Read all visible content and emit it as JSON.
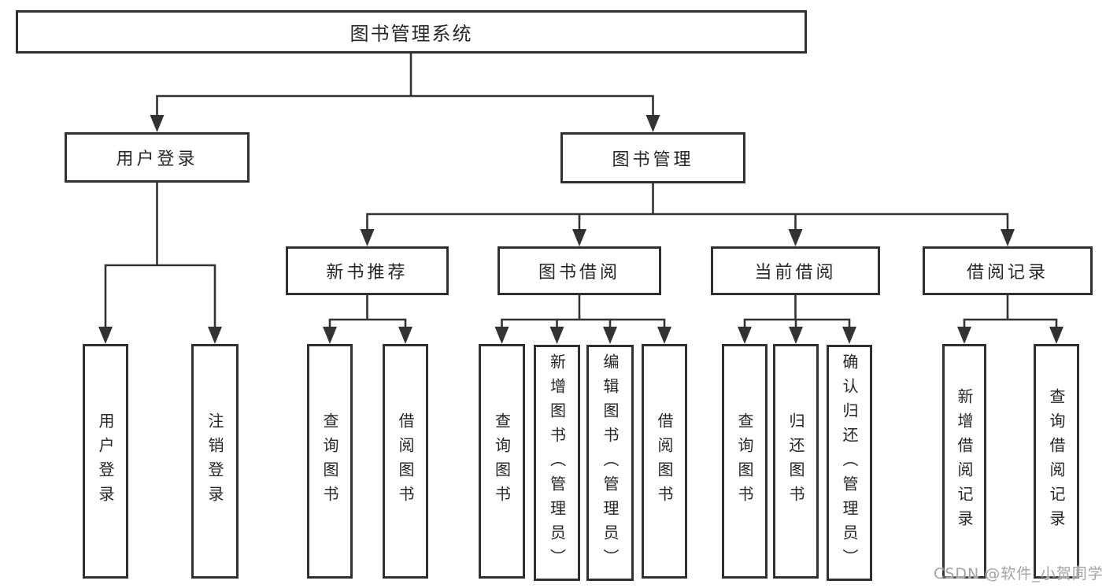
{
  "diagram": {
    "root": {
      "label": "图书管理系统",
      "children": [
        {
          "label": "用户登录",
          "children": [
            {
              "label": "用户登录"
            },
            {
              "label": "注销登录"
            }
          ]
        },
        {
          "label": "图书管理",
          "children": [
            {
              "label": "新书推荐",
              "children": [
                {
                  "label": "查询图书"
                },
                {
                  "label": "借阅图书"
                }
              ]
            },
            {
              "label": "图书借阅",
              "children": [
                {
                  "label": "查询图书"
                },
                {
                  "label": "新增图书（管理员）"
                },
                {
                  "label": "编辑图书（管理员）"
                },
                {
                  "label": "借阅图书"
                }
              ]
            },
            {
              "label": "当前借阅",
              "children": [
                {
                  "label": "查询图书"
                },
                {
                  "label": "归还图书"
                },
                {
                  "label": "确认归还（管理员）"
                }
              ]
            },
            {
              "label": "借阅记录",
              "children": [
                {
                  "label": "新增借阅记录"
                },
                {
                  "label": "查询借阅记录"
                }
              ]
            }
          ]
        }
      ]
    }
  },
  "colors": {
    "line": "#333333",
    "box_border": "#303030",
    "text": "#262626",
    "watermark": "#a3a3a3",
    "background": "#ffffff"
  },
  "watermark": {
    "text": "CSDN @软件_小贺同学"
  }
}
